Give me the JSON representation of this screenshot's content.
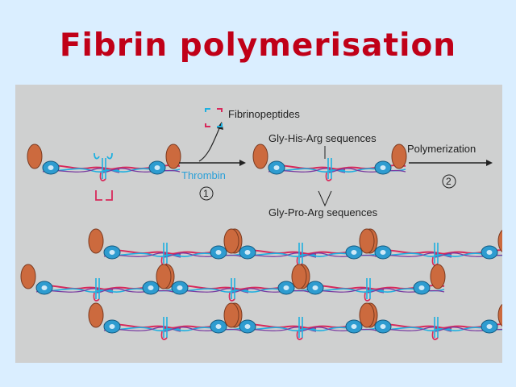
{
  "title": "Fibrin polymerisation",
  "labels": {
    "fibrinopeptides": "Fibrinopeptides",
    "thrombin": "Thrombin",
    "step1": "1",
    "gly_his_arg": "Gly-His-Arg sequences",
    "gly_pro_arg": "Gly-Pro-Arg sequences",
    "polymerization": "Polymerization",
    "step2": "2"
  },
  "colors": {
    "d_domain": "#cc6a3e",
    "e_domain": "#2e9cd0",
    "red_chain": "#d8285a",
    "cyan_chain": "#1fb0e0",
    "panel": "#cfd0d0",
    "title": "#c00018"
  }
}
